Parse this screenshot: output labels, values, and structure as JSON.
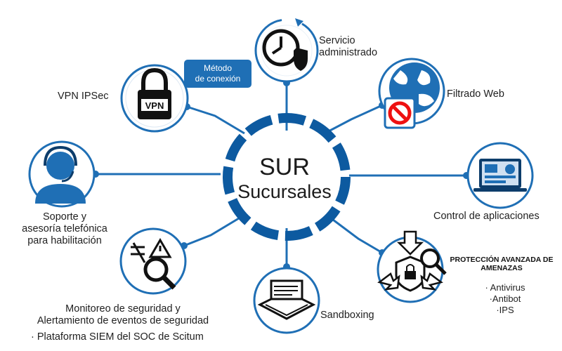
{
  "center": {
    "title": "SUR",
    "subtitle": "Sucursales"
  },
  "badge": {
    "line1": "Método",
    "line2": "de conexión"
  },
  "nodes": {
    "servicio": {
      "line1": "Servicio",
      "line2": "administrado",
      "icon": "clock-shield-icon"
    },
    "vpn": {
      "label": "VPN IPSec",
      "icon": "padlock-vpn-icon",
      "icon_text": "VPN"
    },
    "filtrado": {
      "label": "Filtrado Web",
      "icon": "globe-blocked-icon"
    },
    "soporte": {
      "line1": "Soporte y",
      "line2": "asesoría telefónica",
      "line3": "para habilitación",
      "icon": "headset-agent-icon"
    },
    "control": {
      "label": "Control de aplicaciones",
      "icon": "monitor-apps-icon"
    },
    "monitoreo": {
      "line1": "Monitoreo de seguridad y",
      "line2": "Alertamiento de eventos de seguridad",
      "bullet": "· Plataforma SIEM del SOC de Scitum",
      "icon": "alert-magnifier-icon"
    },
    "sandboxing": {
      "label": "Sandboxing",
      "icon": "sandbox-tray-icon"
    },
    "proteccion": {
      "line1": "PROTECCIÓN AVANZADA DE",
      "line2": "AMENAZAS",
      "items": [
        "· Antivirus",
        "·Antibot",
        "·IPS"
      ],
      "icon": "shield-lock-arrows-icon"
    }
  },
  "colors": {
    "primary": "#1f6fb5",
    "dark": "#0d3d6b",
    "text": "#1f1f1f"
  }
}
